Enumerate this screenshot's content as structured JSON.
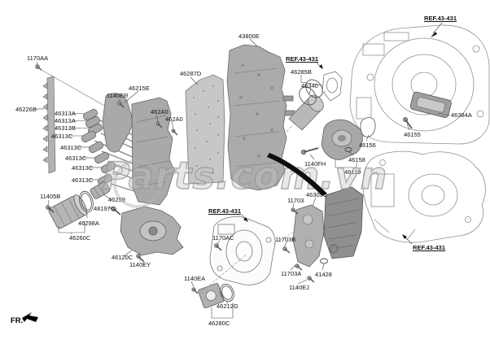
{
  "watermark": {
    "text": "Parts.com.vn"
  },
  "fr": {
    "label": "FR."
  },
  "labels": [
    {
      "text": "1170AA"
    },
    {
      "text": "46226B"
    },
    {
      "text": "46313A"
    },
    {
      "text": "46313A"
    },
    {
      "text": "46313B"
    },
    {
      "text": "46313C"
    },
    {
      "text": "46313C"
    },
    {
      "text": "46313C"
    },
    {
      "text": "46313C"
    },
    {
      "text": "46313C"
    },
    {
      "text": "11405B"
    },
    {
      "text": "46259"
    },
    {
      "text": "48197C"
    },
    {
      "text": "46298A"
    },
    {
      "text": "46260C"
    },
    {
      "text": "46120C"
    },
    {
      "text": "1140EY"
    },
    {
      "text": "46215E"
    },
    {
      "text": "1140ER"
    },
    {
      "text": "462A0"
    },
    {
      "text": "462A0"
    },
    {
      "text": "43800E"
    },
    {
      "text": "46287D"
    },
    {
      "text": "REF.43-431"
    },
    {
      "text": "REF.43-431"
    },
    {
      "text": "46285B"
    },
    {
      "text": "46340"
    },
    {
      "text": "46384A"
    },
    {
      "text": "46155"
    },
    {
      "text": "46156"
    },
    {
      "text": "46158"
    },
    {
      "text": "46119"
    },
    {
      "text": "1140FH"
    },
    {
      "text": "46305C"
    },
    {
      "text": "11703"
    },
    {
      "text": "11703B"
    },
    {
      "text": "REF.43-431"
    },
    {
      "text": "1170AC"
    },
    {
      "text": "11703A"
    },
    {
      "text": "41428"
    },
    {
      "text": "1140EJ"
    },
    {
      "text": "1140EA"
    },
    {
      "text": "46212G"
    },
    {
      "text": "46280C"
    },
    {
      "text": "REF.43-431"
    }
  ]
}
